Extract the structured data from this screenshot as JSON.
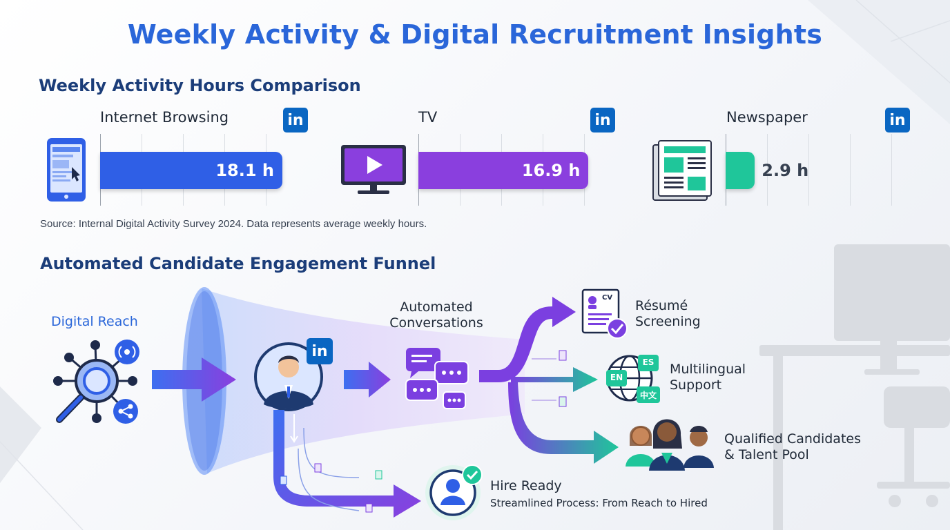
{
  "title": "Weekly Activity & Digital Recruitment Insights",
  "activity": {
    "heading": "Weekly Activity Hours Comparison",
    "source": "Source: Internal Digital Activity Survey 2024. Data represents average weekly hours.",
    "badge_text": "in"
  },
  "chart_data": {
    "type": "bar",
    "categories": [
      "Internet Browsing",
      "TV",
      "Newspaper"
    ],
    "values": [
      18.1,
      16.9,
      2.9
    ],
    "value_labels": [
      "18.1 h",
      "16.9 h",
      "2.9 h"
    ],
    "colors": [
      "#2f5fe6",
      "#8a3fde",
      "#1fc69a"
    ],
    "xlim": [
      0,
      18.1
    ],
    "grid": true,
    "legend": "none"
  },
  "funnel": {
    "heading": "Automated Candidate Engagement Funnel",
    "digital_reach": "Digital Reach",
    "automated_conversations": [
      "Automated",
      "Conversations"
    ],
    "resume_screening": [
      "Résumé",
      "Screening"
    ],
    "multilingual_support": [
      "Multilingual",
      "Support"
    ],
    "qualified_candidates": [
      "Qualified Candidates",
      "& Talent Pool"
    ],
    "hire_ready": "Hire Ready",
    "hire_ready_sub": "Streamlined Process: From Reach to Hired",
    "cv_text": "CV",
    "lang_en": "EN",
    "lang_es": "ES",
    "lang_zh": "中文",
    "badge_text": "in"
  },
  "colors": {
    "title": "#2a66d9",
    "heading": "#1b3d79",
    "linkedin": "#0a66c2",
    "purple": "#7b3fe0",
    "teal": "#1fc69a",
    "blue": "#2a5fe0"
  }
}
